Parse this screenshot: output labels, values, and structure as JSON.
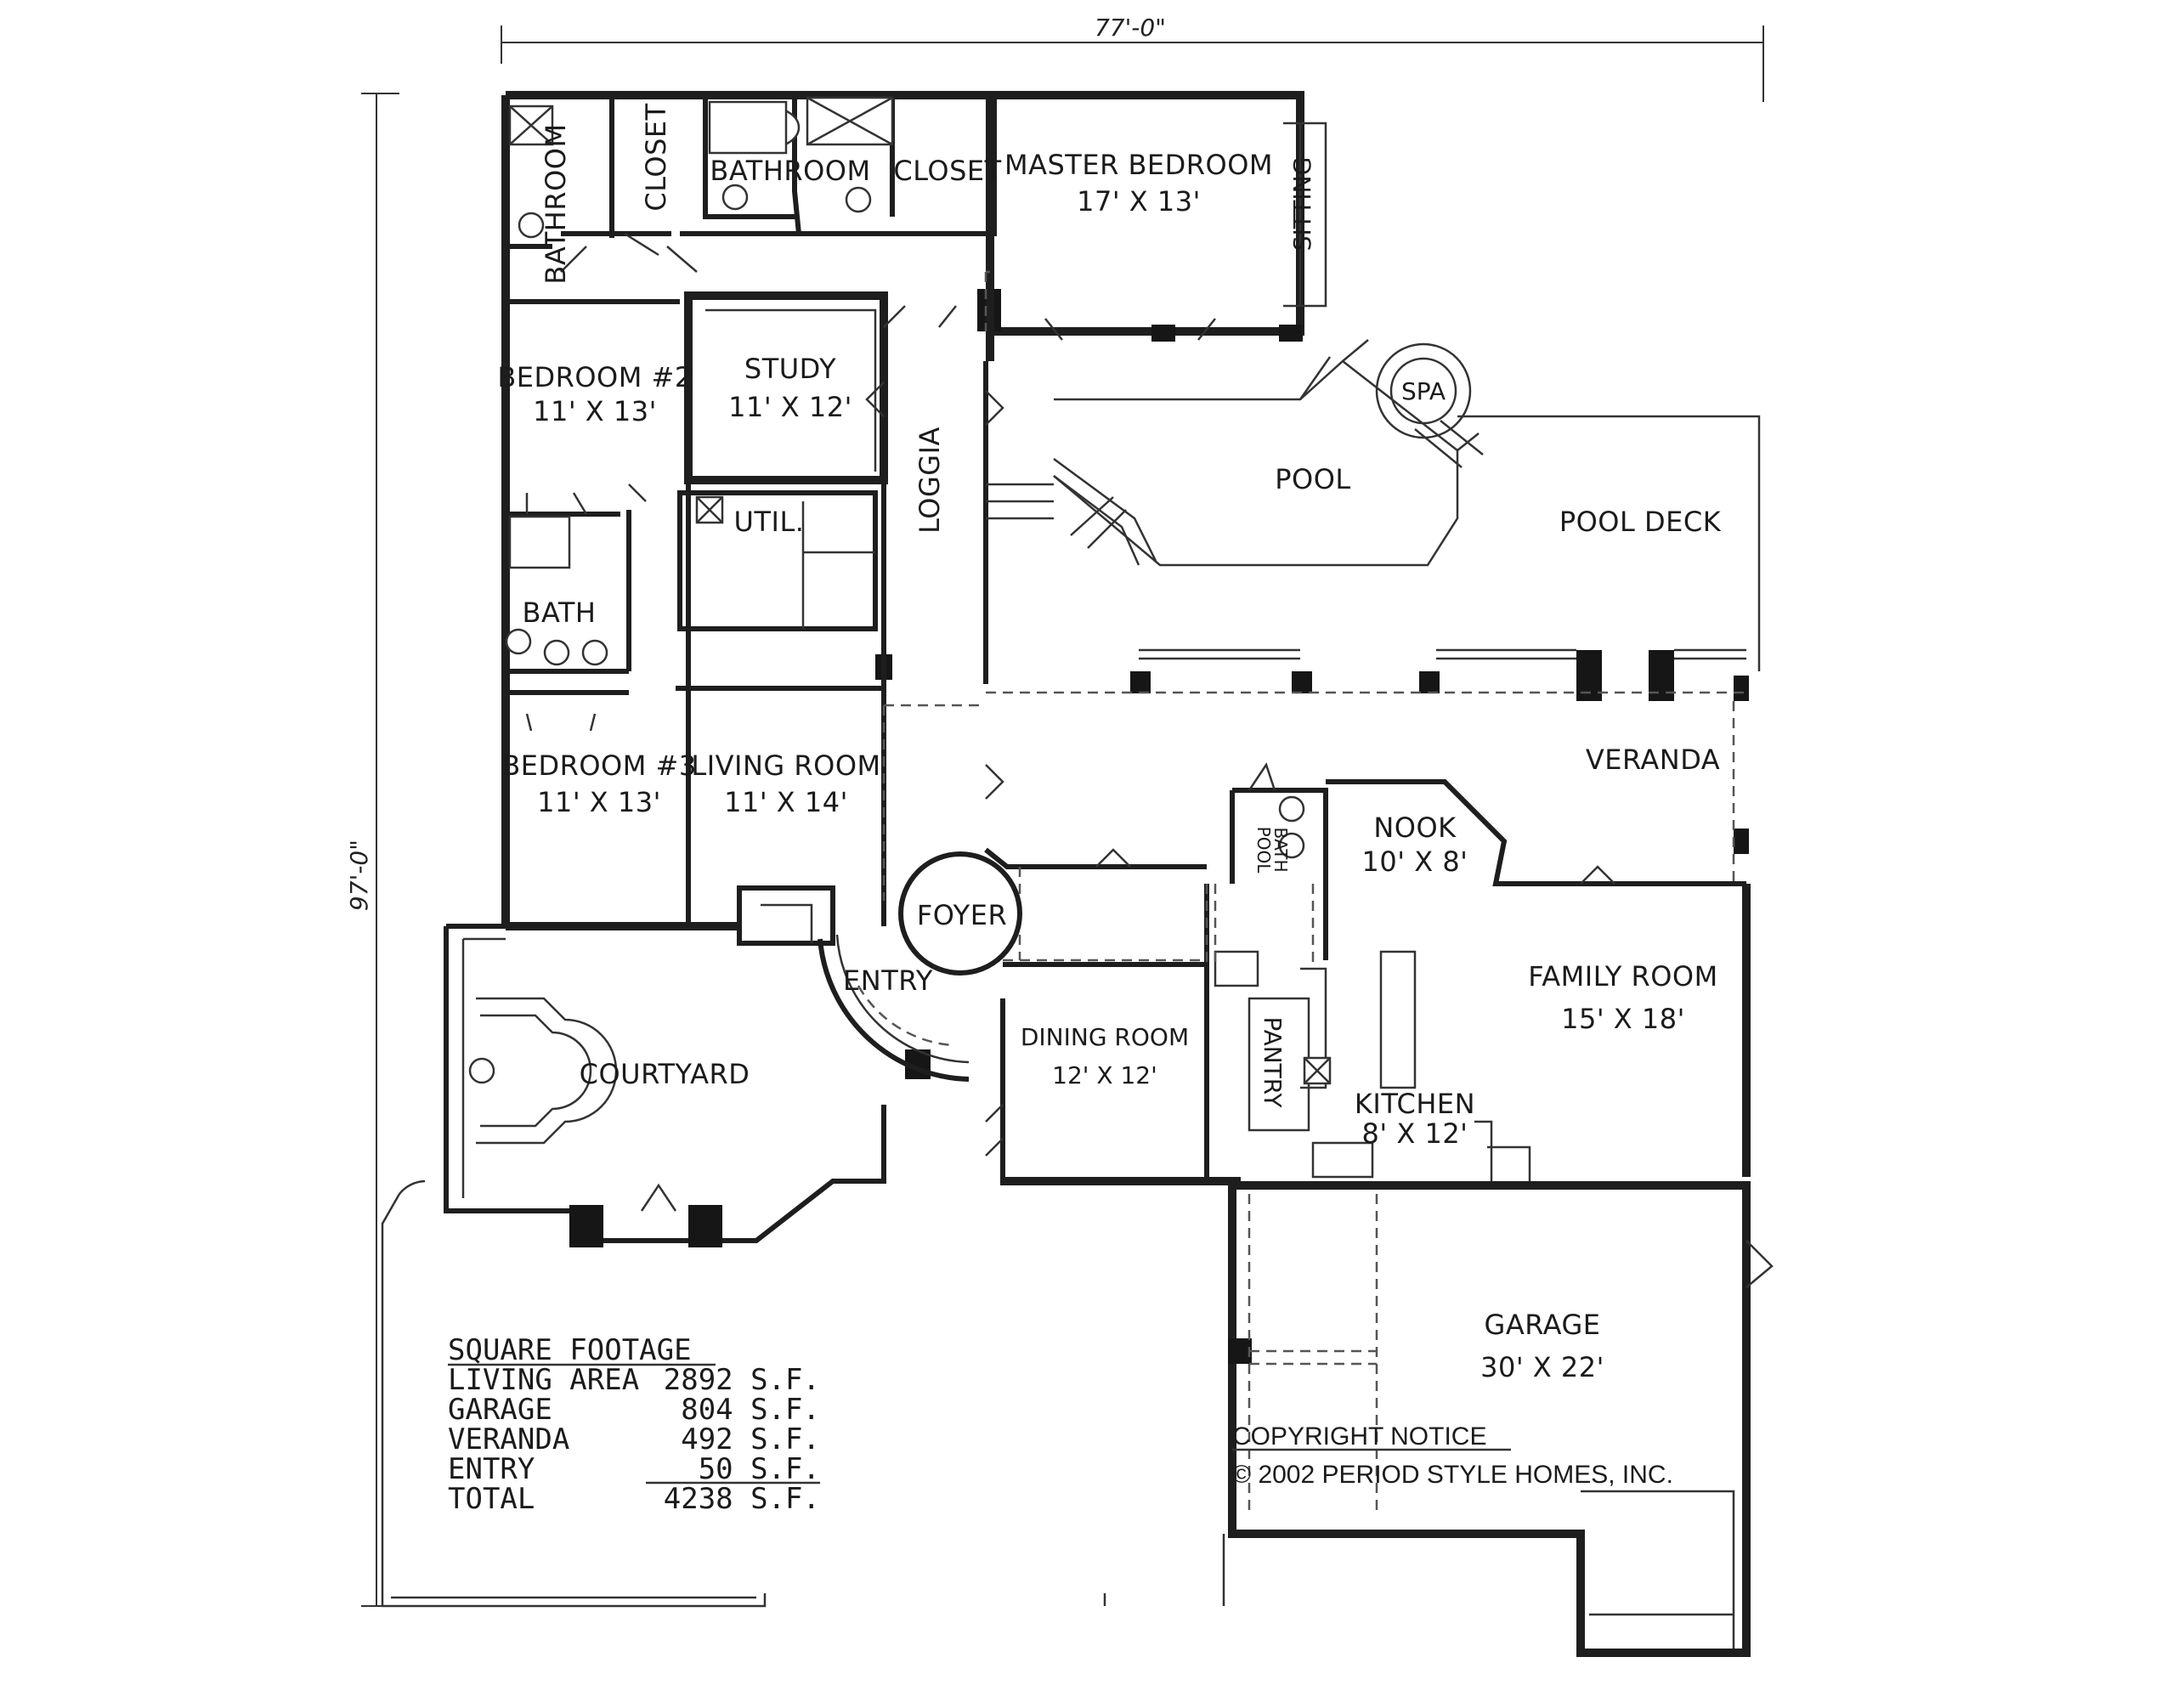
{
  "dimensions": {
    "width_label": "77'-0\"",
    "depth_label": "97'-0\""
  },
  "rooms": {
    "bathroom_left": {
      "name": "BATHROOM"
    },
    "closet_left": {
      "name": "CLOSET"
    },
    "bathroom_master": {
      "name": "BATHROOM"
    },
    "closet_master": {
      "name": "CLOSET"
    },
    "master_bedroom": {
      "name": "MASTER BEDROOM",
      "size": "17' X 13'"
    },
    "sitting": {
      "name": "SITTING"
    },
    "bedroom2": {
      "name": "BEDROOM #2",
      "size": "11' X 13'"
    },
    "study": {
      "name": "STUDY",
      "size": "11' X 12'"
    },
    "loggia": {
      "name": "LOGGIA"
    },
    "util": {
      "name": "UTIL."
    },
    "bath": {
      "name": "BATH"
    },
    "spa": {
      "name": "SPA"
    },
    "pool": {
      "name": "POOL"
    },
    "pool_deck": {
      "name": "POOL DECK"
    },
    "veranda": {
      "name": "VERANDA"
    },
    "bedroom3": {
      "name": "BEDROOM #3",
      "size": "11' X 13'"
    },
    "living_room": {
      "name": "LIVING ROOM",
      "size": "11' X 14'"
    },
    "pool_bath": {
      "name_line1": "POOL",
      "name_line2": "BATH"
    },
    "nook": {
      "name": "NOOK",
      "size": "10' X 8'"
    },
    "foyer": {
      "name": "FOYER"
    },
    "entry": {
      "name": "ENTRY"
    },
    "family_room": {
      "name": "FAMILY ROOM",
      "size": "15' X 18'"
    },
    "dining_room": {
      "name": "DINING ROOM",
      "size": "12' X 12'"
    },
    "pantry": {
      "name": "PANTRY"
    },
    "kitchen": {
      "name": "KITCHEN",
      "size": "8' X 12'"
    },
    "courtyard": {
      "name": "COURTYARD"
    },
    "garage": {
      "name": "GARAGE",
      "size": "30' X 22'"
    }
  },
  "square_footage": {
    "title": "SQUARE FOOTAGE",
    "rows": [
      {
        "label": "LIVING AREA",
        "value": "2892 S.F."
      },
      {
        "label": "GARAGE",
        "value": "804 S.F."
      },
      {
        "label": "VERANDA",
        "value": "492 S.F."
      },
      {
        "label": "ENTRY",
        "value": "50 S.F."
      },
      {
        "label": "TOTAL",
        "value": "4238 S.F."
      }
    ]
  },
  "copyright": {
    "heading": "COPYRIGHT NOTICE",
    "line": "© 2002 PERIOD STYLE HOMES, INC."
  }
}
